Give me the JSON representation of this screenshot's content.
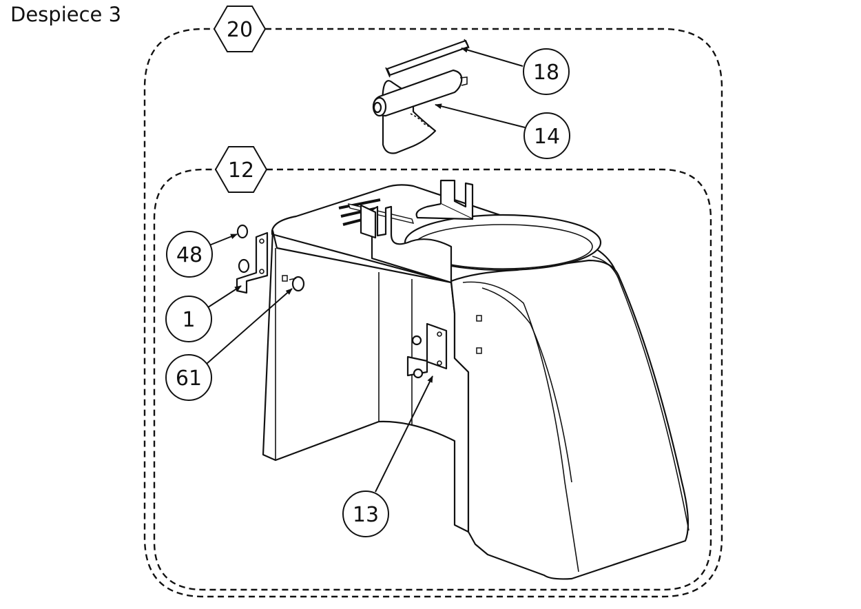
{
  "diagram": {
    "title": "Despiece 3",
    "assemblies": [
      {
        "label": "20"
      },
      {
        "label": "12"
      }
    ],
    "balloons": [
      {
        "label": "18"
      },
      {
        "label": "14"
      },
      {
        "label": "48"
      },
      {
        "label": "1"
      },
      {
        "label": "61"
      },
      {
        "label": "13"
      }
    ]
  }
}
